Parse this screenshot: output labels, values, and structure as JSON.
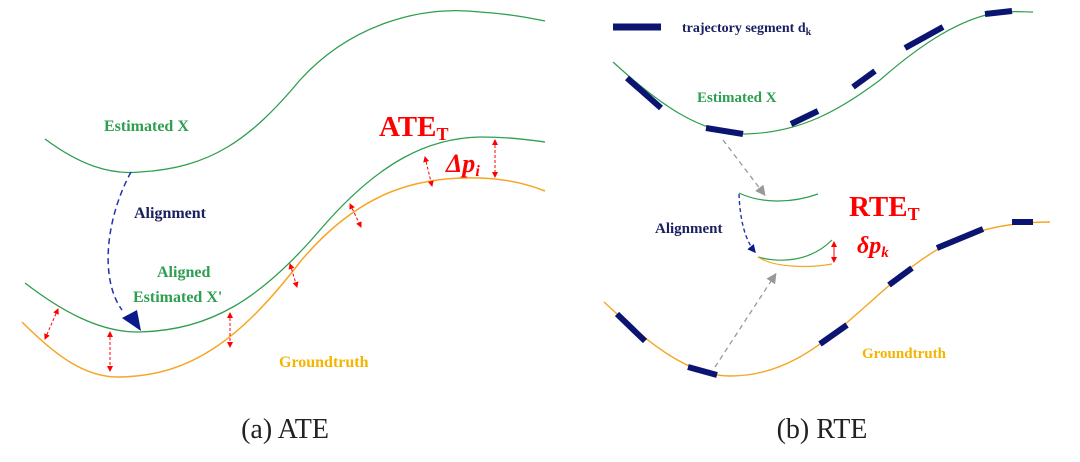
{
  "colors": {
    "estimated": "#2e9e4f",
    "groundtruth": "#f5a623",
    "alignment": "#0a1a8a",
    "error": "#ff0000",
    "segment": "#0b1470",
    "guide": "#999999"
  },
  "ate": {
    "estimated_label": "Estimated X",
    "alignment_label": "Alignment",
    "aligned_label_line1": "Aligned",
    "aligned_label_line2": "Estimated X'",
    "metric": "ATE",
    "metric_sub": "T",
    "delta": "Δp",
    "delta_sub": "i",
    "groundtruth_label": "Groundtruth",
    "caption": "(a) ATE"
  },
  "rte": {
    "legend_label": "trajectory segment d",
    "legend_sub": "k",
    "estimated_label": "Estimated X",
    "alignment_label": "Alignment",
    "metric": "RTE",
    "metric_sub": "T",
    "delta": "δp",
    "delta_sub": "k",
    "groundtruth_label": "Groundtruth",
    "caption": "(b) RTE"
  }
}
